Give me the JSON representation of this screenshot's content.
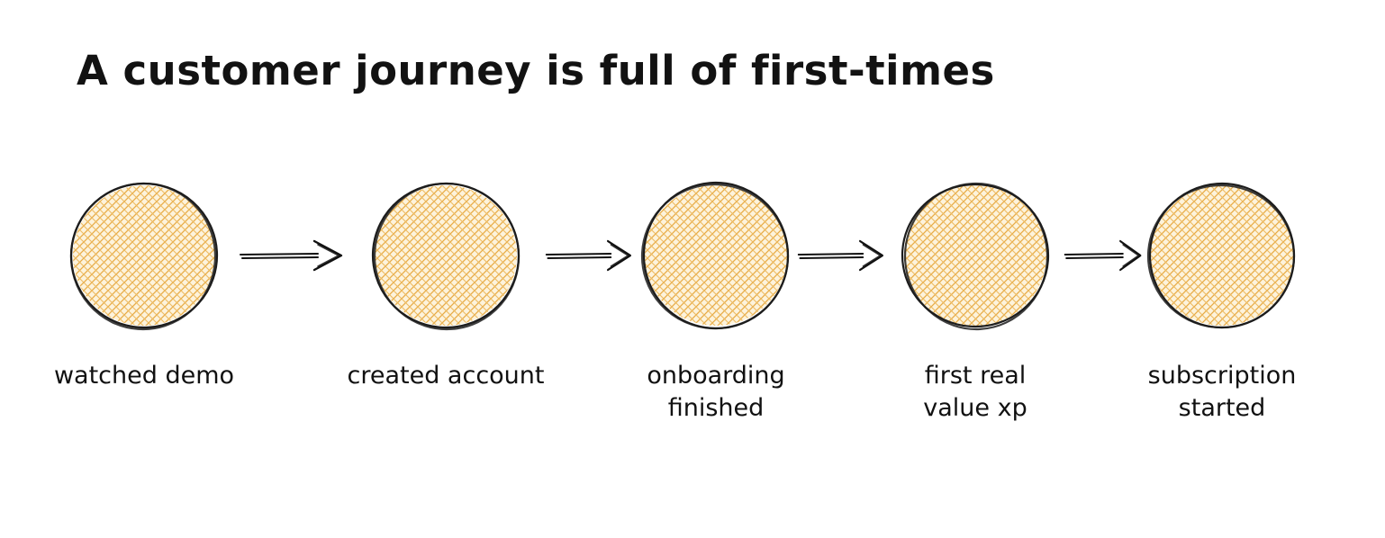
{
  "title": "A customer journey is full of first-times",
  "steps": [
    {
      "label": "watched demo"
    },
    {
      "label": "created account"
    },
    {
      "label": "onboarding\nfinished"
    },
    {
      "label": "first real\nvalue xp"
    },
    {
      "label": "subscription\nstarted"
    }
  ],
  "icons": {
    "milestone": "crosshatched-circle",
    "connector": "double-line-arrow"
  },
  "colors": {
    "hatch_line": "#e8ab45",
    "hatch_line_alt": "#edbb62",
    "hatch_background": "#fdf3dc",
    "circle_outline": "#1c1c1c",
    "arrow_stroke": "#111111",
    "text": "#111111",
    "background": "#ffffff"
  }
}
